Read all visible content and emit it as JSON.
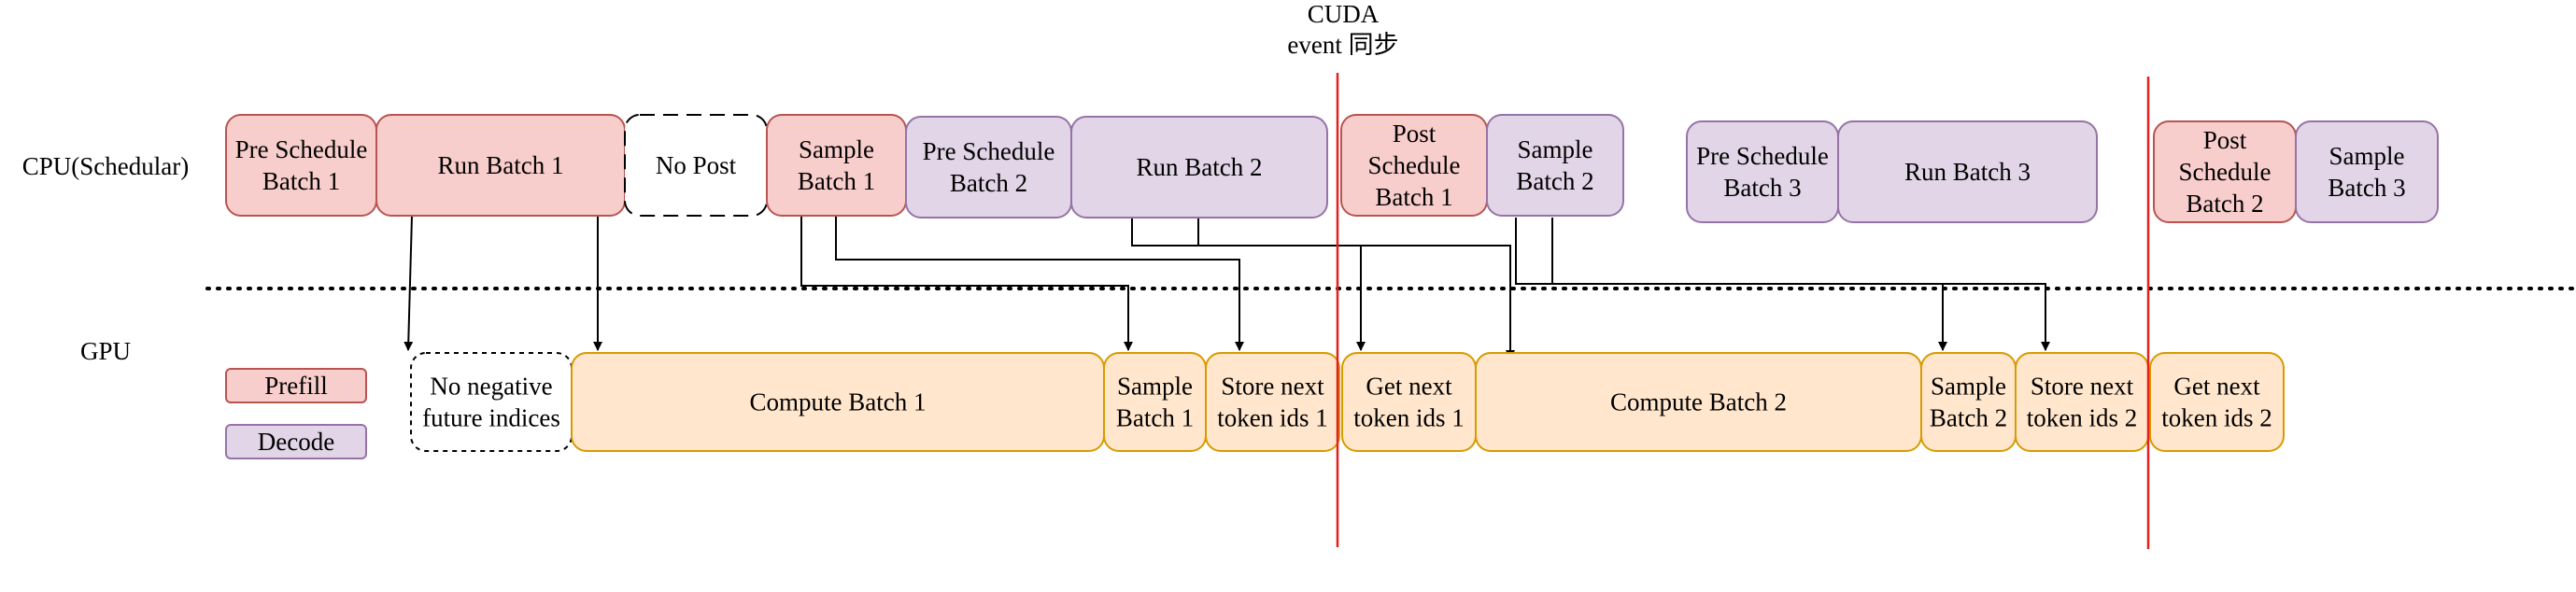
{
  "header": {
    "line1": "CUDA",
    "line2": "event 同步"
  },
  "lanes": {
    "cpu": "CPU(Schedular)",
    "gpu": "GPU"
  },
  "legend": {
    "prefill": "Prefill",
    "decode": "Decode"
  },
  "colors": {
    "prefill_fill": "#f8cecc",
    "prefill_stroke": "#b85450",
    "decode_fill": "#e1d5e7",
    "decode_stroke": "#9673a6",
    "gpu_fill": "#ffe6cc",
    "gpu_stroke": "#d79b00",
    "sync_line": "#e61e1e"
  },
  "cpu_boxes": [
    {
      "id": "pre-schedule-batch-1",
      "kind": "prefill",
      "lines": [
        "Pre Schedule",
        "Batch 1"
      ]
    },
    {
      "id": "run-batch-1",
      "kind": "prefill",
      "lines": [
        "Run Batch 1"
      ]
    },
    {
      "id": "no-post",
      "kind": "none",
      "lines": [
        "No Post"
      ]
    },
    {
      "id": "sample-batch-1",
      "kind": "prefill",
      "lines": [
        "Sample",
        "Batch 1"
      ]
    },
    {
      "id": "pre-schedule-batch-2",
      "kind": "decode",
      "lines": [
        "Pre Schedule",
        "Batch 2"
      ]
    },
    {
      "id": "run-batch-2",
      "kind": "decode",
      "lines": [
        "Run Batch 2"
      ]
    },
    {
      "id": "post-schedule-batch-1",
      "kind": "prefill",
      "lines": [
        "Post",
        "Schedule",
        "Batch 1"
      ]
    },
    {
      "id": "sample-batch-2",
      "kind": "decode",
      "lines": [
        "Sample",
        "Batch 2"
      ]
    },
    {
      "id": "pre-schedule-batch-3",
      "kind": "decode",
      "lines": [
        "Pre Schedule",
        "Batch 3"
      ]
    },
    {
      "id": "run-batch-3",
      "kind": "decode",
      "lines": [
        "Run Batch 3"
      ]
    },
    {
      "id": "post-schedule-batch-2",
      "kind": "prefill",
      "lines": [
        "Post",
        "Schedule",
        "Batch 2"
      ]
    },
    {
      "id": "sample-batch-3",
      "kind": "decode",
      "lines": [
        "Sample",
        "Batch 3"
      ]
    }
  ],
  "gpu_boxes": [
    {
      "id": "no-negative-future-indices",
      "kind": "none",
      "lines": [
        "No negative",
        "future indices"
      ]
    },
    {
      "id": "compute-batch-1",
      "kind": "gpu",
      "lines": [
        "Compute Batch 1"
      ]
    },
    {
      "id": "gpu-sample-batch-1",
      "kind": "gpu",
      "lines": [
        "Sample",
        "Batch 1"
      ]
    },
    {
      "id": "store-next-token-ids-1",
      "kind": "gpu",
      "lines": [
        "Store next",
        "token ids 1"
      ]
    },
    {
      "id": "get-next-token-ids-1",
      "kind": "gpu",
      "lines": [
        "Get next",
        "token ids 1"
      ]
    },
    {
      "id": "compute-batch-2",
      "kind": "gpu",
      "lines": [
        "Compute Batch 2"
      ]
    },
    {
      "id": "gpu-sample-batch-2",
      "kind": "gpu",
      "lines": [
        "Sample",
        "Batch 2"
      ]
    },
    {
      "id": "store-next-token-ids-2",
      "kind": "gpu",
      "lines": [
        "Store next",
        "token ids 2"
      ]
    },
    {
      "id": "get-next-token-ids-2",
      "kind": "gpu",
      "lines": [
        "Get next",
        "token ids 2"
      ]
    }
  ]
}
